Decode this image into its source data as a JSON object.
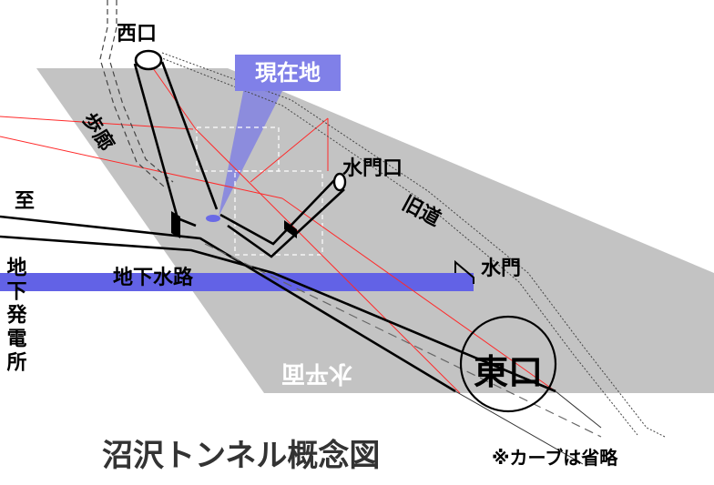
{
  "labels": {
    "west_entrance": "西口",
    "current_location": "現在地",
    "walkway": "歩廊",
    "sluice_entrance": "水門口",
    "old_road": "旧道",
    "to": "至",
    "underground_power_station": "地下発電所",
    "sluice_gate": "水門",
    "underground_waterway": "地下水路",
    "water_surface": "水平面",
    "east_entrance": "東口"
  },
  "title": "沼沢トンネル概念図",
  "note": "※カーブは省略",
  "colors": {
    "water_plane": "#c3c3c3",
    "waterway": "#6262e6",
    "current_location_badge": "#8080e8",
    "red_lines": "#ff2a2a"
  }
}
